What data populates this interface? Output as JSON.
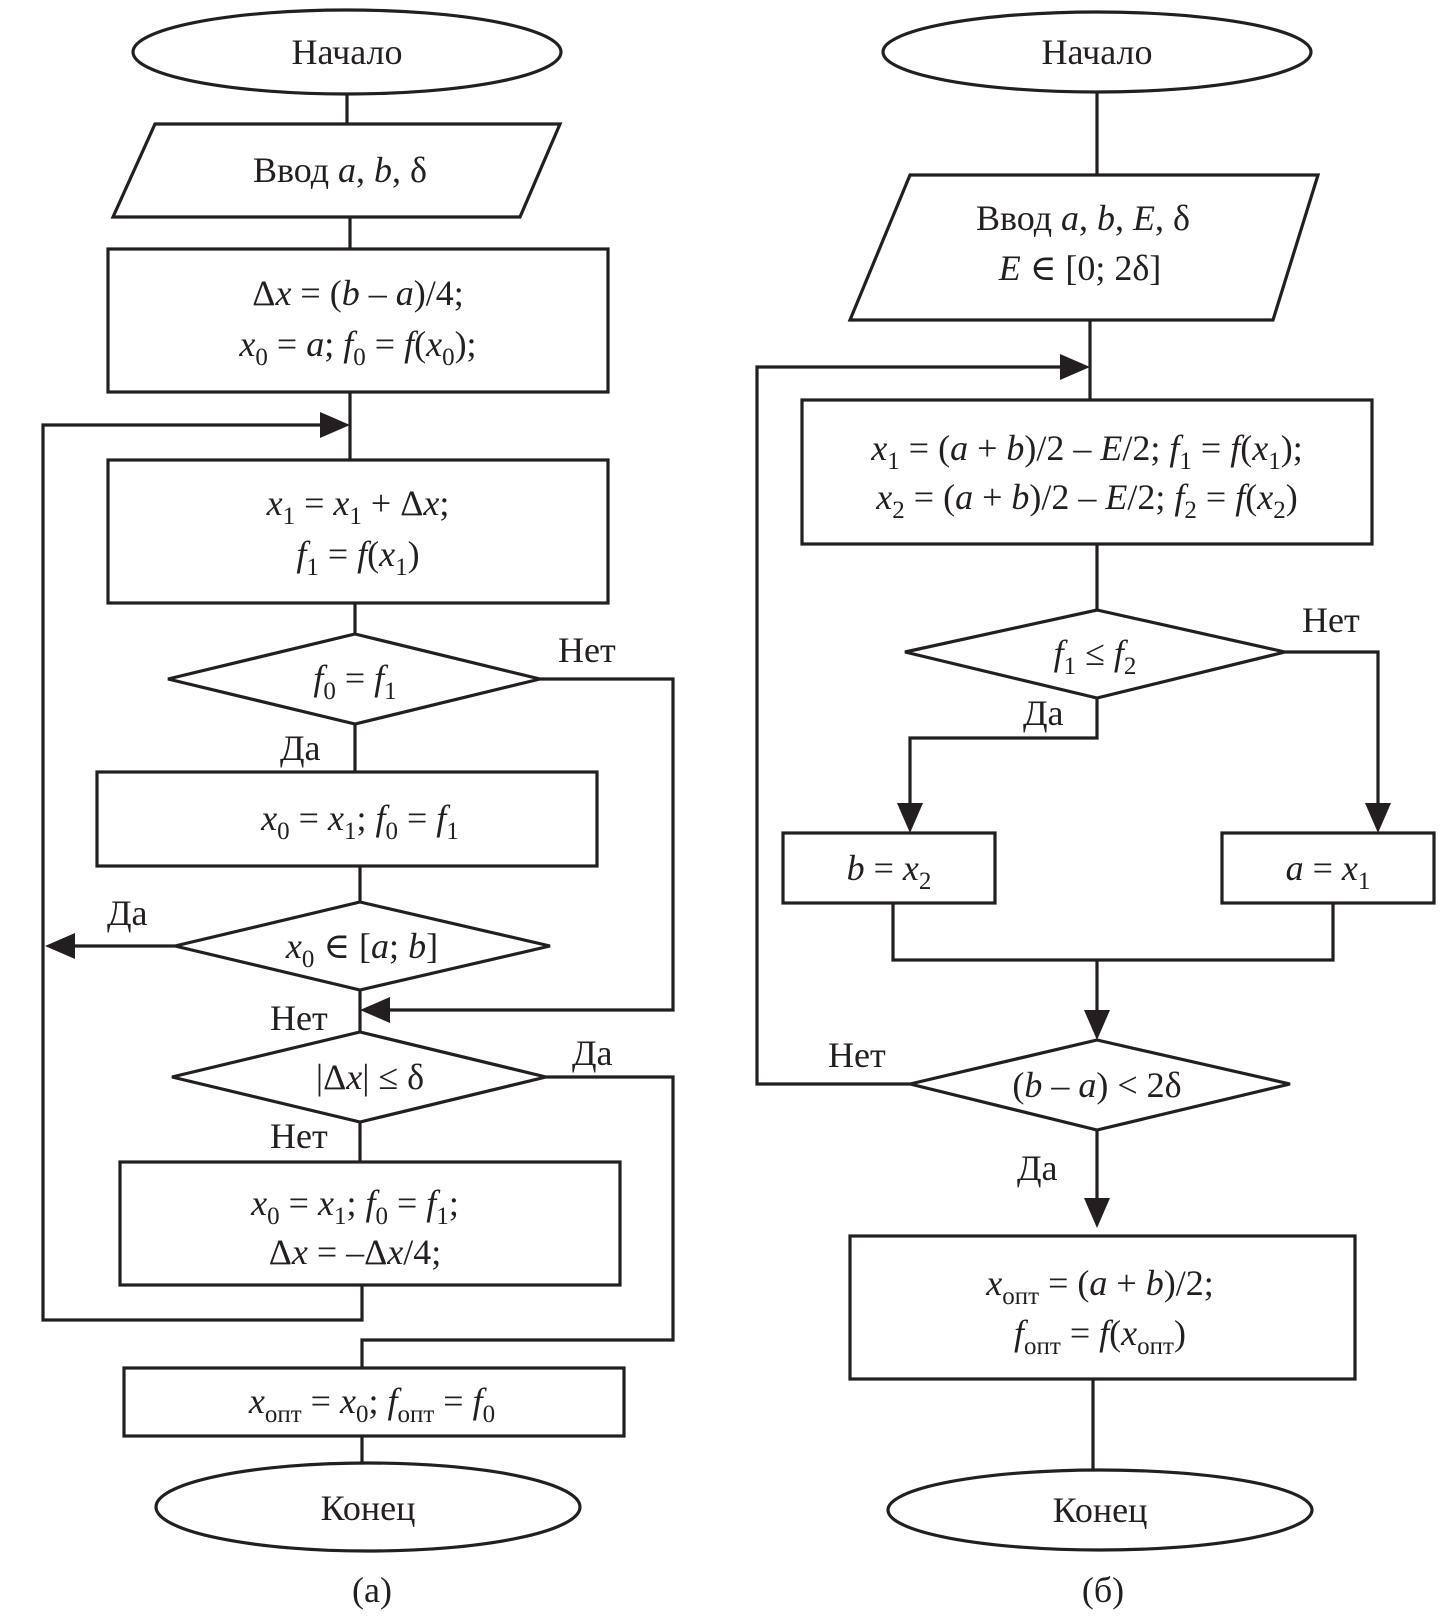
{
  "diagram": {
    "ink_color": "#231f20",
    "background": "#ffffff"
  },
  "flowchart_a": {
    "caption": "(а)",
    "start": "Начало",
    "input": [
      {
        "t": "Ввод "
      },
      {
        "t": "a",
        "i": 1
      },
      {
        "t": ", "
      },
      {
        "t": "b",
        "i": 1
      },
      {
        "t": ", δ"
      }
    ],
    "init_line1": [
      {
        "t": "Δ"
      },
      {
        "t": "x",
        "i": 1
      },
      {
        "t": " = ("
      },
      {
        "t": "b",
        "i": 1
      },
      {
        "t": " – "
      },
      {
        "t": "a",
        "i": 1
      },
      {
        "t": ")/4;"
      }
    ],
    "init_line2": [
      {
        "t": "x",
        "i": 1
      },
      {
        "t": "0",
        "s": 1
      },
      {
        "t": " = "
      },
      {
        "t": "a",
        "i": 1
      },
      {
        "t": "; "
      },
      {
        "t": "f",
        "i": 1
      },
      {
        "t": "0",
        "s": 1
      },
      {
        "t": " = "
      },
      {
        "t": "f",
        "i": 1
      },
      {
        "t": "("
      },
      {
        "t": "x",
        "i": 1
      },
      {
        "t": "0",
        "s": 1
      },
      {
        "t": ");"
      }
    ],
    "step_line1": [
      {
        "t": "x",
        "i": 1
      },
      {
        "t": "1",
        "s": 1
      },
      {
        "t": " = "
      },
      {
        "t": "x",
        "i": 1
      },
      {
        "t": "1",
        "s": 1
      },
      {
        "t": " + Δ"
      },
      {
        "t": "x",
        "i": 1
      },
      {
        "t": ";"
      }
    ],
    "step_line2": [
      {
        "t": "f",
        "i": 1
      },
      {
        "t": "1",
        "s": 1
      },
      {
        "t": " = "
      },
      {
        "t": "f",
        "i": 1
      },
      {
        "t": "("
      },
      {
        "t": "x",
        "i": 1
      },
      {
        "t": "1",
        "s": 1
      },
      {
        "t": ")"
      }
    ],
    "cond1": [
      {
        "t": "f",
        "i": 1
      },
      {
        "t": "0",
        "s": 1
      },
      {
        "t": " = "
      },
      {
        "t": "f",
        "i": 1
      },
      {
        "t": "1",
        "s": 1
      }
    ],
    "cond1_yes": "Да",
    "cond1_no": "Нет",
    "assign1": [
      {
        "t": "x",
        "i": 1
      },
      {
        "t": "0",
        "s": 1
      },
      {
        "t": " = "
      },
      {
        "t": "x",
        "i": 1
      },
      {
        "t": "1",
        "s": 1
      },
      {
        "t": "; "
      },
      {
        "t": "f",
        "i": 1
      },
      {
        "t": "0",
        "s": 1
      },
      {
        "t": " = "
      },
      {
        "t": "f",
        "i": 1
      },
      {
        "t": "1",
        "s": 1
      }
    ],
    "cond2": [
      {
        "t": "x",
        "i": 1
      },
      {
        "t": "0",
        "s": 1
      },
      {
        "t": " ∈ ["
      },
      {
        "t": "a",
        "i": 1
      },
      {
        "t": "; "
      },
      {
        "t": "b",
        "i": 1
      },
      {
        "t": "]"
      }
    ],
    "cond2_yes": "Да",
    "cond2_no": "Нет",
    "cond3": [
      {
        "t": "|Δ"
      },
      {
        "t": "x",
        "i": 1
      },
      {
        "t": "| ≤ δ"
      }
    ],
    "cond3_yes": "Да",
    "cond3_no": "Нет",
    "reverse_line1": [
      {
        "t": "x",
        "i": 1
      },
      {
        "t": "0",
        "s": 1
      },
      {
        "t": " = "
      },
      {
        "t": "x",
        "i": 1
      },
      {
        "t": "1",
        "s": 1
      },
      {
        "t": "; "
      },
      {
        "t": "f",
        "i": 1
      },
      {
        "t": "0",
        "s": 1
      },
      {
        "t": " = "
      },
      {
        "t": "f",
        "i": 1
      },
      {
        "t": "1",
        "s": 1
      },
      {
        "t": ";"
      }
    ],
    "reverse_line2": [
      {
        "t": "Δ"
      },
      {
        "t": "x",
        "i": 1
      },
      {
        "t": " = –Δ"
      },
      {
        "t": "x",
        "i": 1
      },
      {
        "t": "/4;"
      }
    ],
    "result": [
      {
        "t": "x",
        "i": 1
      },
      {
        "t": "опт",
        "s": 1
      },
      {
        "t": " = "
      },
      {
        "t": "x",
        "i": 1
      },
      {
        "t": "0",
        "s": 1
      },
      {
        "t": "; "
      },
      {
        "t": "f",
        "i": 1
      },
      {
        "t": "опт",
        "s": 1
      },
      {
        "t": " = "
      },
      {
        "t": "f",
        "i": 1
      },
      {
        "t": "0",
        "s": 1
      }
    ],
    "end": "Конец"
  },
  "flowchart_b": {
    "caption": "(б)",
    "start": "Начало",
    "input_line1": [
      {
        "t": "Ввод "
      },
      {
        "t": "a",
        "i": 1
      },
      {
        "t": ", "
      },
      {
        "t": "b",
        "i": 1
      },
      {
        "t": ", "
      },
      {
        "t": "E",
        "i": 1
      },
      {
        "t": ", δ"
      }
    ],
    "input_line2": [
      {
        "t": "E",
        "i": 1
      },
      {
        "t": " ∈ [0; 2δ]"
      }
    ],
    "compute_line1": [
      {
        "t": "x",
        "i": 1
      },
      {
        "t": "1",
        "s": 1
      },
      {
        "t": " = ("
      },
      {
        "t": "a",
        "i": 1
      },
      {
        "t": " + "
      },
      {
        "t": "b",
        "i": 1
      },
      {
        "t": ")/2 – "
      },
      {
        "t": "E",
        "i": 1
      },
      {
        "t": "/2; "
      },
      {
        "t": "f",
        "i": 1
      },
      {
        "t": "1",
        "s": 1
      },
      {
        "t": " = "
      },
      {
        "t": "f",
        "i": 1
      },
      {
        "t": "("
      },
      {
        "t": "x",
        "i": 1
      },
      {
        "t": "1",
        "s": 1
      },
      {
        "t": ");"
      }
    ],
    "compute_line2": [
      {
        "t": "x",
        "i": 1
      },
      {
        "t": "2",
        "s": 1
      },
      {
        "t": " = ("
      },
      {
        "t": "a",
        "i": 1
      },
      {
        "t": " + "
      },
      {
        "t": "b",
        "i": 1
      },
      {
        "t": ")/2 – "
      },
      {
        "t": "E",
        "i": 1
      },
      {
        "t": "/2; "
      },
      {
        "t": "f",
        "i": 1
      },
      {
        "t": "2",
        "s": 1
      },
      {
        "t": " = "
      },
      {
        "t": "f",
        "i": 1
      },
      {
        "t": "("
      },
      {
        "t": "x",
        "i": 1
      },
      {
        "t": "2",
        "s": 1
      },
      {
        "t": ")"
      }
    ],
    "cond1": [
      {
        "t": "f",
        "i": 1
      },
      {
        "t": "1",
        "s": 1
      },
      {
        "t": " ≤ "
      },
      {
        "t": "f",
        "i": 1
      },
      {
        "t": "2",
        "s": 1
      }
    ],
    "cond1_yes": "Да",
    "cond1_no": "Нет",
    "assign_b": [
      {
        "t": "b",
        "i": 1
      },
      {
        "t": " = "
      },
      {
        "t": "x",
        "i": 1
      },
      {
        "t": "2",
        "s": 1
      }
    ],
    "assign_a": [
      {
        "t": "a",
        "i": 1
      },
      {
        "t": " = "
      },
      {
        "t": "x",
        "i": 1
      },
      {
        "t": "1",
        "s": 1
      }
    ],
    "cond2": [
      {
        "t": "("
      },
      {
        "t": "b",
        "i": 1
      },
      {
        "t": " – "
      },
      {
        "t": "a",
        "i": 1
      },
      {
        "t": ") < 2δ"
      }
    ],
    "cond2_yes": "Да",
    "cond2_no": "Нет",
    "result_line1": [
      {
        "t": "x",
        "i": 1
      },
      {
        "t": "опт",
        "s": 1
      },
      {
        "t": " = ("
      },
      {
        "t": "a",
        "i": 1
      },
      {
        "t": " + "
      },
      {
        "t": "b",
        "i": 1
      },
      {
        "t": ")/2;"
      }
    ],
    "result_line2": [
      {
        "t": "f",
        "i": 1
      },
      {
        "t": "опт",
        "s": 1
      },
      {
        "t": " = "
      },
      {
        "t": "f",
        "i": 1
      },
      {
        "t": "("
      },
      {
        "t": "x",
        "i": 1
      },
      {
        "t": "опт",
        "s": 1
      },
      {
        "t": ")"
      }
    ],
    "end": "Конец"
  }
}
